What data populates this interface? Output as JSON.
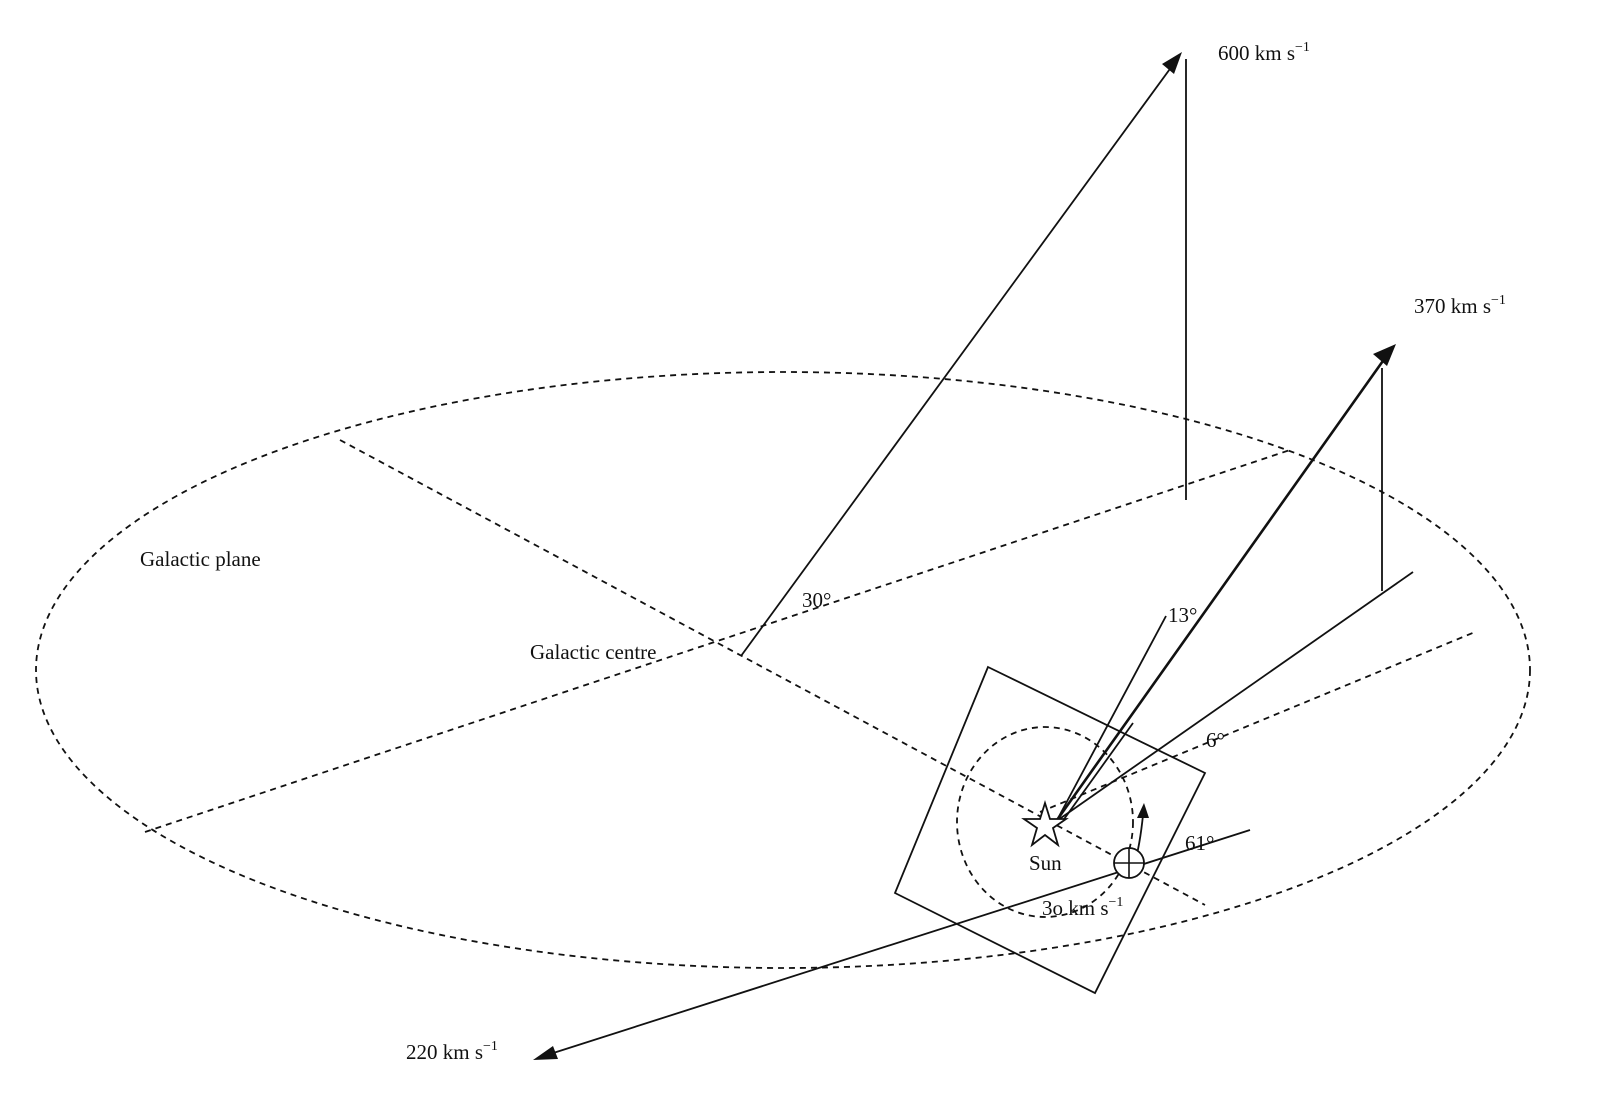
{
  "labels": {
    "galactic_plane": "Galactic plane",
    "galactic_centre": "Galactic centre",
    "sun": "Sun",
    "v600": "600 km s",
    "v370": "370 km s",
    "v220": "220 km s",
    "v30": "3o km s",
    "exp": "−1",
    "angle30": "30°",
    "angle13": "13°",
    "angle6": "6°",
    "angle61": "61°"
  },
  "icons": {
    "sun": "star-outline",
    "earth": "circled-plus"
  }
}
